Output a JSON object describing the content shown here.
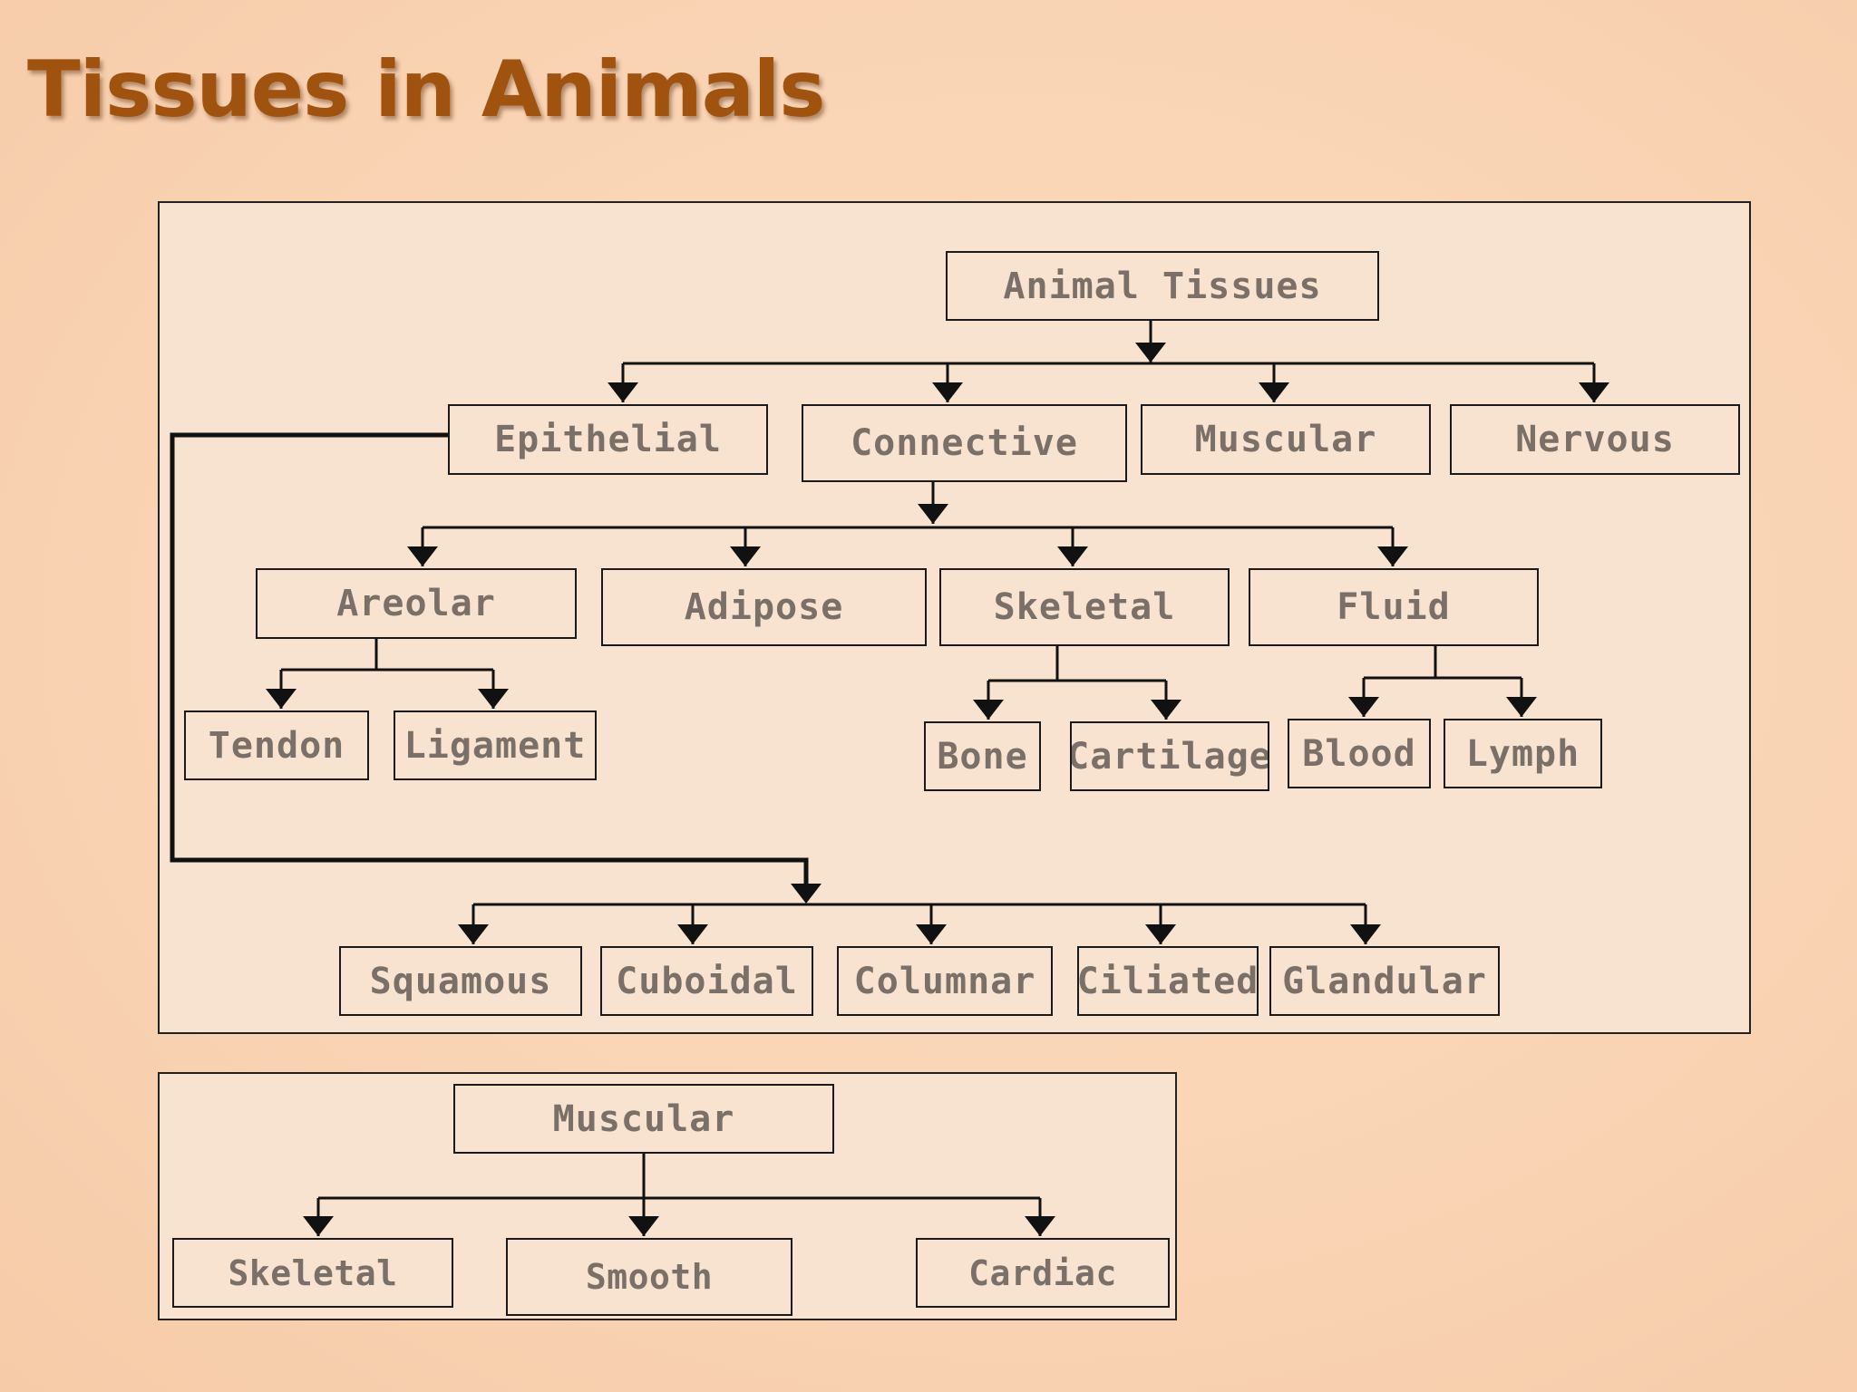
{
  "title": "Tissues in Animals",
  "diagram": {
    "root": "Animal Tissues",
    "main_types": {
      "epithelial": "Epithelial",
      "connective": "Connective",
      "muscular": "Muscular",
      "nervous": "Nervous"
    },
    "connective_types": {
      "areolar": "Areolar",
      "adipose": "Adipose",
      "skeletal": "Skeletal",
      "fluid": "Fluid"
    },
    "areolar_types": {
      "tendon": "Tendon",
      "ligament": "Ligament"
    },
    "skeletal_types": {
      "bone": "Bone",
      "cartilage": "Cartilage"
    },
    "fluid_types": {
      "blood": "Blood",
      "lymph": "Lymph"
    },
    "epithelial_types": {
      "squamous": "Squamous",
      "cuboidal": "Cuboidal",
      "columnar": "Columnar",
      "ciliated": "Ciliated",
      "glandular": "Glandular"
    }
  },
  "muscular_diagram": {
    "root": "Muscular",
    "types": {
      "skeletal": "Skeletal",
      "smooth": "Smooth",
      "cardiac": "Cardiac"
    }
  }
}
